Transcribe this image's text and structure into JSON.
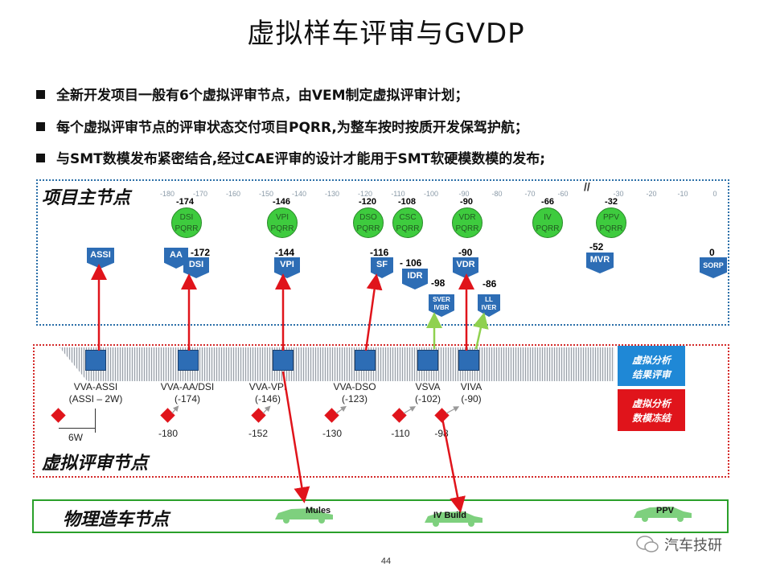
{
  "title": "虚拟样车评审与GVDP",
  "bullets": [
    "全新开发项目一般有6个虚拟评审节点，由VEM制定虚拟评审计划；",
    "每个虚拟评审节点的评审状态交付项目PQRR,为整车按时按质开发保驾护航；",
    "与SMT数模发布紧密结合,经过CAE评审的设计才能用于SMT软硬模数模的发布;"
  ],
  "project_section": {
    "title": "项目主节点",
    "ticks": [
      "-180",
      "-170",
      "-160",
      "-150",
      "-140",
      "-130",
      "-120",
      "-110",
      "-100",
      "-90",
      "-80",
      "-70",
      "-60",
      "-30",
      "-20",
      "-10",
      "0"
    ],
    "break_mark": "//",
    "pqrr_nodes": [
      {
        "value": "-174",
        "label1": "DSI",
        "label2": "PQRR"
      },
      {
        "value": "-146",
        "label1": "VPI",
        "label2": "PQRR"
      },
      {
        "value": "-120",
        "label1": "DSO",
        "label2": "PQRR"
      },
      {
        "value": "-108",
        "label1": "CSC",
        "label2": "PQRR"
      },
      {
        "value": "-90",
        "label1": "VDR",
        "label2": "PQRR"
      },
      {
        "value": "-66",
        "label1": "IV",
        "label2": "PQRR"
      },
      {
        "value": "-32",
        "label1": "PPV",
        "label2": "PQRR"
      }
    ],
    "milestones": [
      {
        "label": "ASSI",
        "value": ""
      },
      {
        "label": "AA",
        "value": ""
      },
      {
        "label": "DSI",
        "value": "-172"
      },
      {
        "label": "VPI",
        "value": "-144"
      },
      {
        "label": "SF",
        "value": "-116"
      },
      {
        "label": "IDR",
        "value": "- 106"
      },
      {
        "label": "VDR",
        "value": "-90"
      },
      {
        "label": "MVR",
        "value": "-52"
      },
      {
        "label": "SORP",
        "value": "0"
      }
    ],
    "small_milestones": [
      {
        "label1": "SVER",
        "label2": "IVBR",
        "value": "-98"
      },
      {
        "label1": "LL",
        "label2": "IVER",
        "value": "-86"
      }
    ]
  },
  "virtual_section": {
    "title": "虚拟评审节点",
    "reviews": [
      {
        "name": "VVA-ASSI",
        "sub": "(ASSI – 2W)"
      },
      {
        "name": "VVA-AA/DSI",
        "sub": "(-174)"
      },
      {
        "name": "VVA-VPI",
        "sub": "(-146)"
      },
      {
        "name": "VVA-DSO",
        "sub": "(-123)"
      },
      {
        "name": "VSVA",
        "sub": "(-102)"
      },
      {
        "name": "VIVA",
        "sub": "(-90)"
      }
    ],
    "diamond_labels": [
      "6W",
      "-180",
      "-152",
      "-130",
      "-110",
      "-98"
    ],
    "legend": [
      {
        "text1": "虚拟分析",
        "text2": "结果评审",
        "color": "#1f88d6"
      },
      {
        "text1": "虚拟分析",
        "text2": "数模冻结",
        "color": "#e0141b"
      }
    ]
  },
  "physical_section": {
    "title": "物理造车节点",
    "cars": [
      "Mules",
      "IV Build",
      "PPV"
    ]
  },
  "page_number": "44",
  "watermark": "汽车技研"
}
